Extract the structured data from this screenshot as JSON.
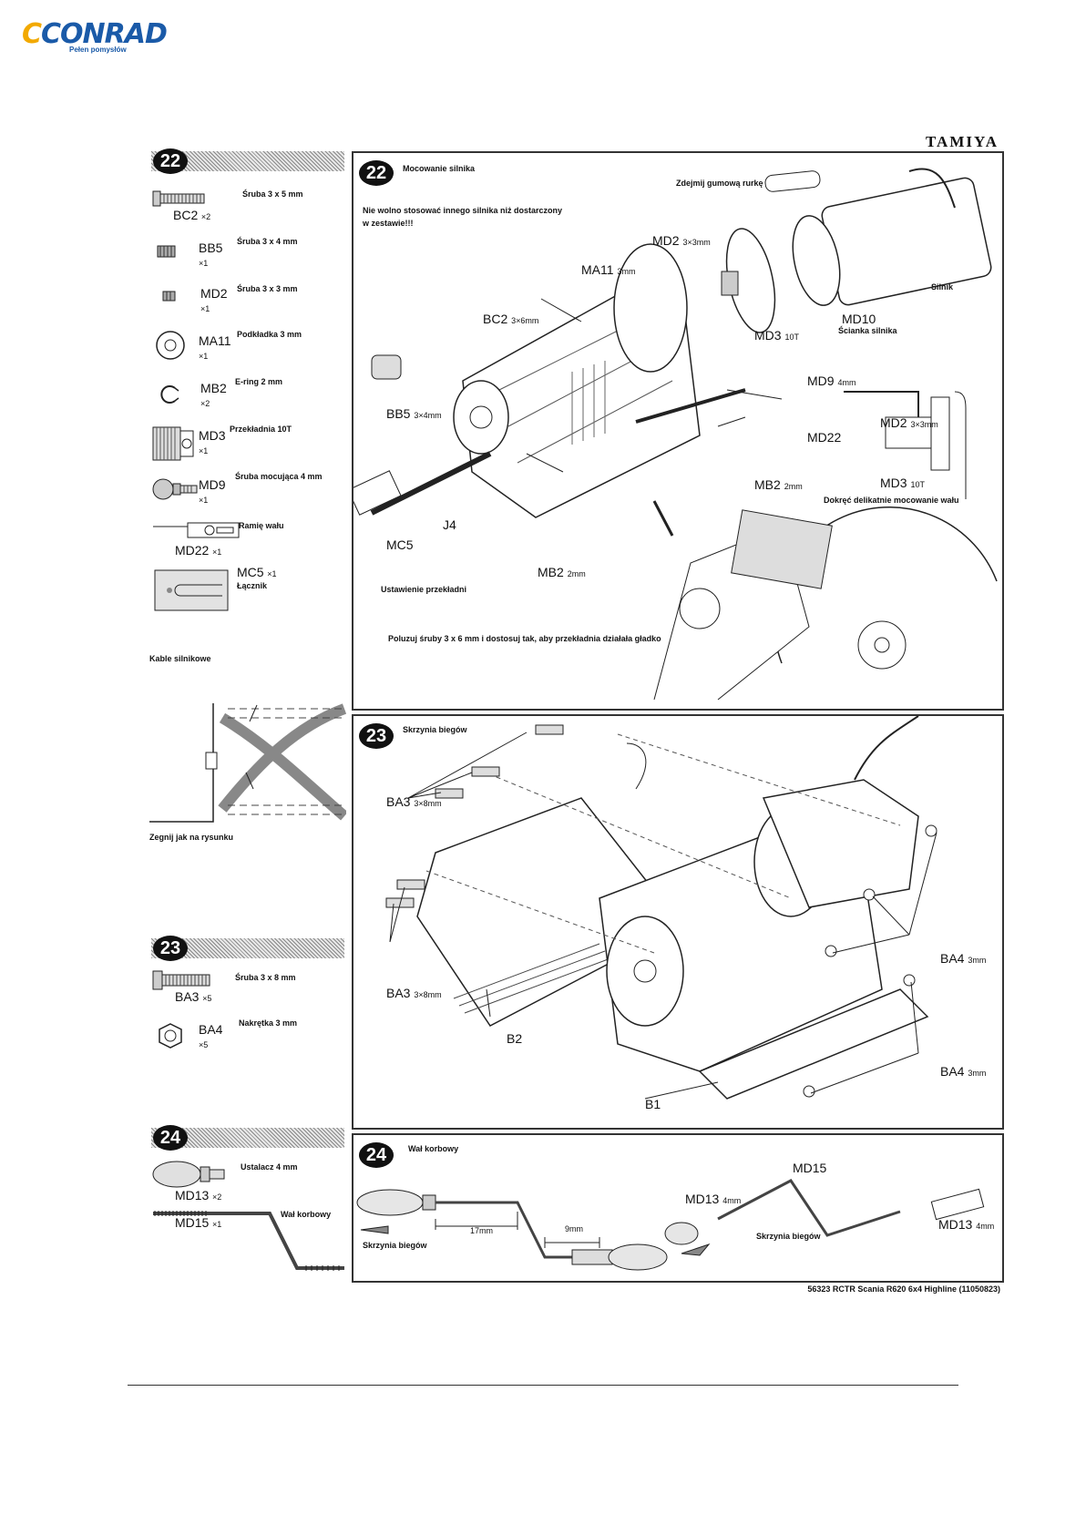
{
  "header": {
    "logo": "CONRAD",
    "logo_tagline": "Pełen pomysłów",
    "brand": "TAMIYA"
  },
  "sidebar": {
    "step22": {
      "number": "22",
      "parts": [
        {
          "code": "BC2",
          "qty": "×2",
          "desc": "Śruba 3 x 5 mm"
        },
        {
          "code": "BB5",
          "qty": "×1",
          "desc": "Śruba 3 x 4 mm"
        },
        {
          "code": "MD2",
          "qty": "×1",
          "desc": "Śruba 3 x 3 mm"
        },
        {
          "code": "MA11",
          "qty": "×1",
          "desc": "Podkładka 3 mm"
        },
        {
          "code": "MB2",
          "qty": "×2",
          "desc": "E-ring 2 mm"
        },
        {
          "code": "MD3",
          "qty": "×1",
          "desc": "Przekładnia 10T"
        },
        {
          "code": "MD9",
          "qty": "×1",
          "desc": "Śruba mocująca 4 mm"
        },
        {
          "code": "MD22",
          "qty": "×1",
          "desc": "Ramię wału"
        },
        {
          "code": "MC5",
          "qty": "×1",
          "desc": "Łącznik"
        }
      ]
    },
    "cables_title": "Kable silnikowe",
    "cables_note": "Zegnij jak na rysunku",
    "step23": {
      "number": "23",
      "parts": [
        {
          "code": "BA3",
          "qty": "×5",
          "desc": "Śruba 3 x 8 mm"
        },
        {
          "code": "BA4",
          "qty": "×5",
          "desc": "Nakrętka 3 mm"
        }
      ]
    },
    "step24": {
      "number": "24",
      "parts": [
        {
          "code": "MD13",
          "qty": "×2",
          "desc": "Ustalacz 4 mm"
        },
        {
          "code": "MD15",
          "qty": "×1",
          "desc": "Wał korbowy"
        }
      ]
    }
  },
  "panel22": {
    "number": "22",
    "title": "Mocowanie silnika",
    "warning_line1": "Nie wolno stosować innego silnika niż dostarczony",
    "warning_line2": "w zestawie!!!",
    "remove_tube": "Zdejmij gumową rurkę",
    "motor": "Silnik",
    "md2": "MD2",
    "md2_size": "3×3mm",
    "ma11": "MA11",
    "ma11_size": "3mm",
    "bc2": "BC2",
    "bc2_size": "3×6mm",
    "md3": "MD3",
    "md3_size": "10T",
    "md10": "MD10",
    "motor_wall": "Ścianka silnika",
    "md9": "MD9",
    "md9_size": "4mm",
    "md22": "MD22",
    "bb5": "BB5",
    "bb5_size": "3×4mm",
    "mb2a": "MB2",
    "mb2a_size": "2mm",
    "mb2b": "MB2",
    "mb2b_size": "2mm",
    "mc5": "MC5",
    "j4": "J4",
    "inset_md2": "MD2",
    "inset_md2_size": "3×3mm",
    "inset_md3": "MD3",
    "inset_md3_size": "10T",
    "tighten": "Dokręć delikatnie mocowanie wału",
    "gear_adjust": "Ustawienie przekładni",
    "loosen": "Poluzuj śruby 3 x 6 mm i dostosuj tak, aby przekładnia działała gładko"
  },
  "panel23": {
    "number": "23",
    "title": "Skrzynia biegów",
    "ba3_top": "BA3",
    "ba3_top_size": "3×8mm",
    "ba3_left": "BA3",
    "ba3_left_size": "3×8mm",
    "ba4_right": "BA4",
    "ba4_right_size": "3mm",
    "ba4_bottom": "BA4",
    "ba4_bottom_size": "3mm",
    "b1": "B1",
    "b2": "B2"
  },
  "panel24": {
    "number": "24",
    "title": "Wał korbowy",
    "dim17": "17mm",
    "dim9": "9mm",
    "gearbox_left": "Skrzynia biegów",
    "gearbox_right": "Skrzynia biegów",
    "md15": "MD15",
    "md13_left": "MD13",
    "md13_left_size": "4mm",
    "md13_right": "MD13",
    "md13_right_size": "4mm"
  },
  "footer": {
    "model": "56323 RCTR Scania R620 6x4 Highline (11050823)"
  }
}
